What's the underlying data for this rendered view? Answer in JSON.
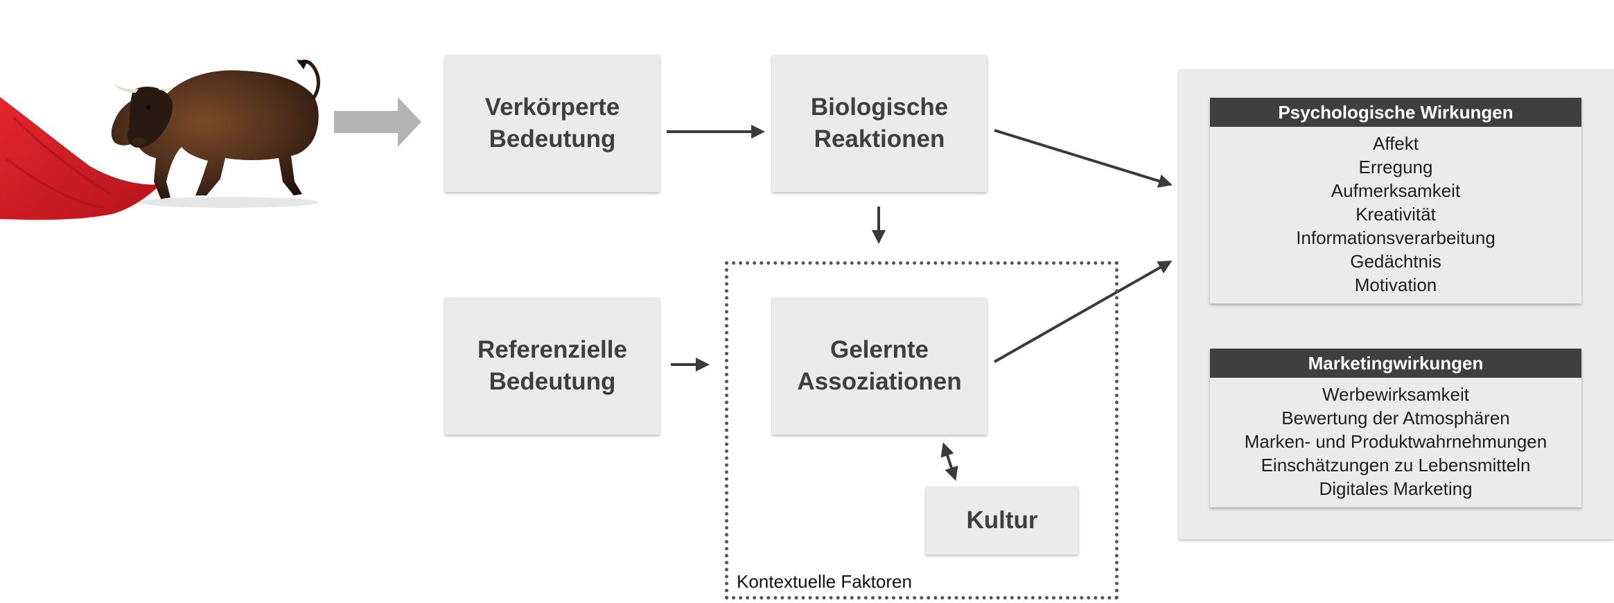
{
  "stimulus": {
    "image_name": "bull-with-red-cape"
  },
  "boxes": {
    "verkoerperte": {
      "line1": "Verkörperte",
      "line2": "Bedeutung"
    },
    "biologische": {
      "line1": "Biologische",
      "line2": "Reaktionen"
    },
    "referenzielle": {
      "line1": "Referenzielle",
      "line2": "Bedeutung"
    },
    "gelernte": {
      "line1": "Gelernte",
      "line2": "Assoziationen"
    },
    "kultur": {
      "label": "Kultur"
    }
  },
  "context": {
    "label": "Kontextuelle Faktoren"
  },
  "psychological": {
    "title": "Psychologische Wirkungen",
    "items": [
      "Affekt",
      "Erregung",
      "Aufmerksamkeit",
      "Kreativität",
      "Informationsverarbeitung",
      "Gedächtnis",
      "Motivation"
    ]
  },
  "marketing": {
    "title": "Marketingwirkungen",
    "items": [
      "Werbewirksamkeit",
      "Bewertung der Atmosphären",
      "Marken- und Produktwahrnehmungen",
      "Einschätzungen zu Lebensmitteln",
      "Digitales Marketing"
    ]
  },
  "colors": {
    "cape_red": "#d91f26",
    "bull_brown": "#4a2c1a",
    "box_bg": "#ebebeb",
    "header_bg": "#3f3f3f",
    "arrow": "#3a3a3a",
    "big_arrow": "#b4b4b4"
  }
}
